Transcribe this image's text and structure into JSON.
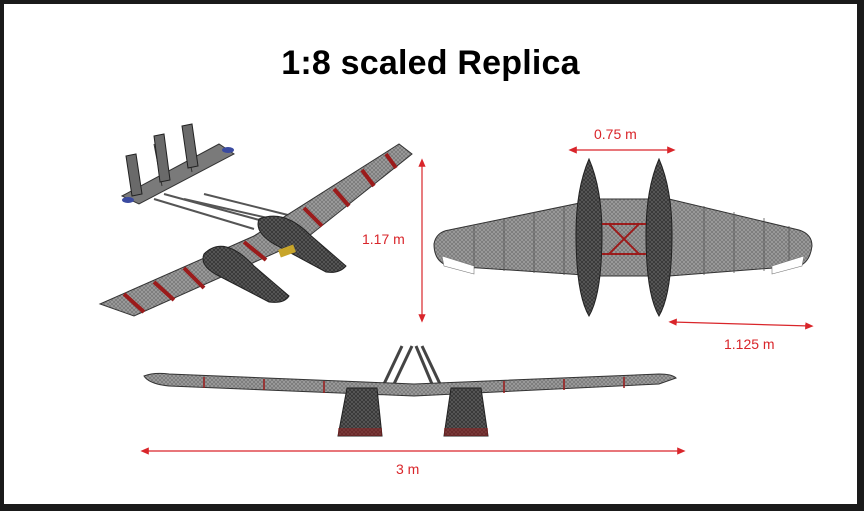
{
  "title": "1:8 scaled Replica",
  "dimensions": {
    "height": "1.17 m",
    "float_spacing": "0.75 m",
    "half_span": "1.125 m",
    "span": "3 m"
  },
  "colors": {
    "dimension": "#d9252a",
    "structure": "#444444",
    "skin": "#8a8a8a",
    "rib_accent": "#9b1b1b"
  },
  "views": [
    "isometric-view",
    "top-view",
    "front-view"
  ]
}
